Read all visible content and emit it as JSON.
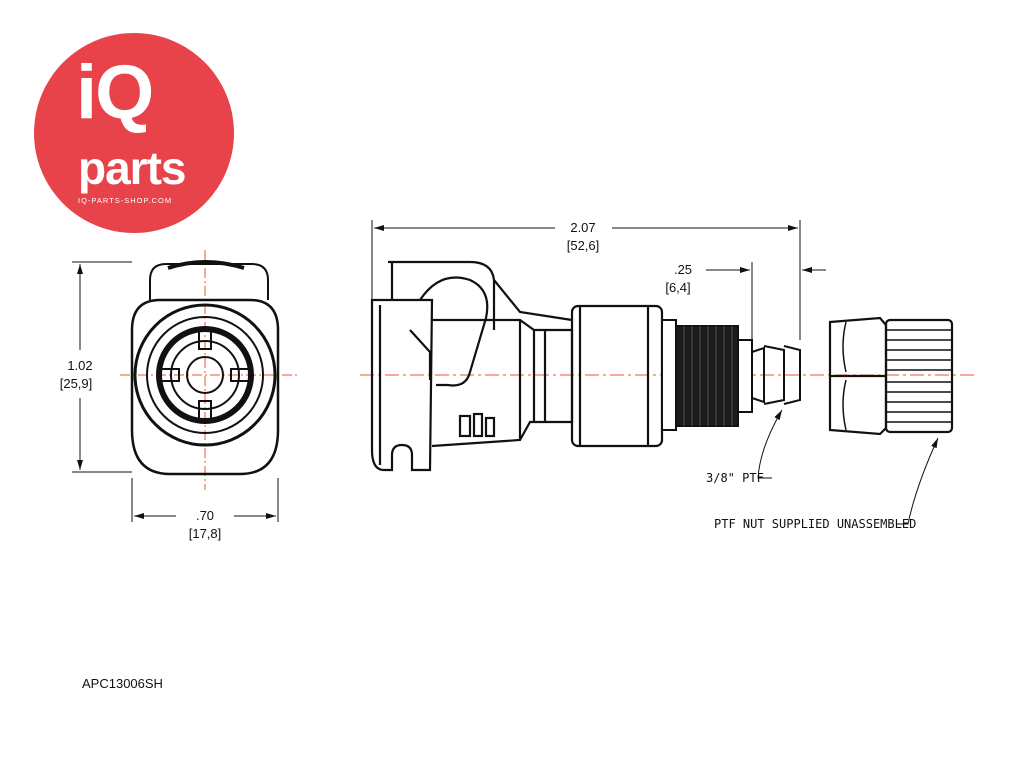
{
  "logo": {
    "line1": "iQ",
    "line2": "parts",
    "url": "IQ-PARTS-SHOP.COM",
    "color": "#e8434b"
  },
  "dimensions": {
    "height_in": "1.02",
    "height_mm": "[25,9]",
    "width_in": ".70",
    "width_mm": "[17,8]",
    "length_in": "2.07",
    "length_mm": "[52,6]",
    "barb_in": ".25",
    "barb_mm": "[6,4]"
  },
  "notes": {
    "thread": "3/8\" PTF",
    "nut": "PTF NUT SUPPLIED UNASSEMBLED"
  },
  "part_number": "APC13006SH"
}
